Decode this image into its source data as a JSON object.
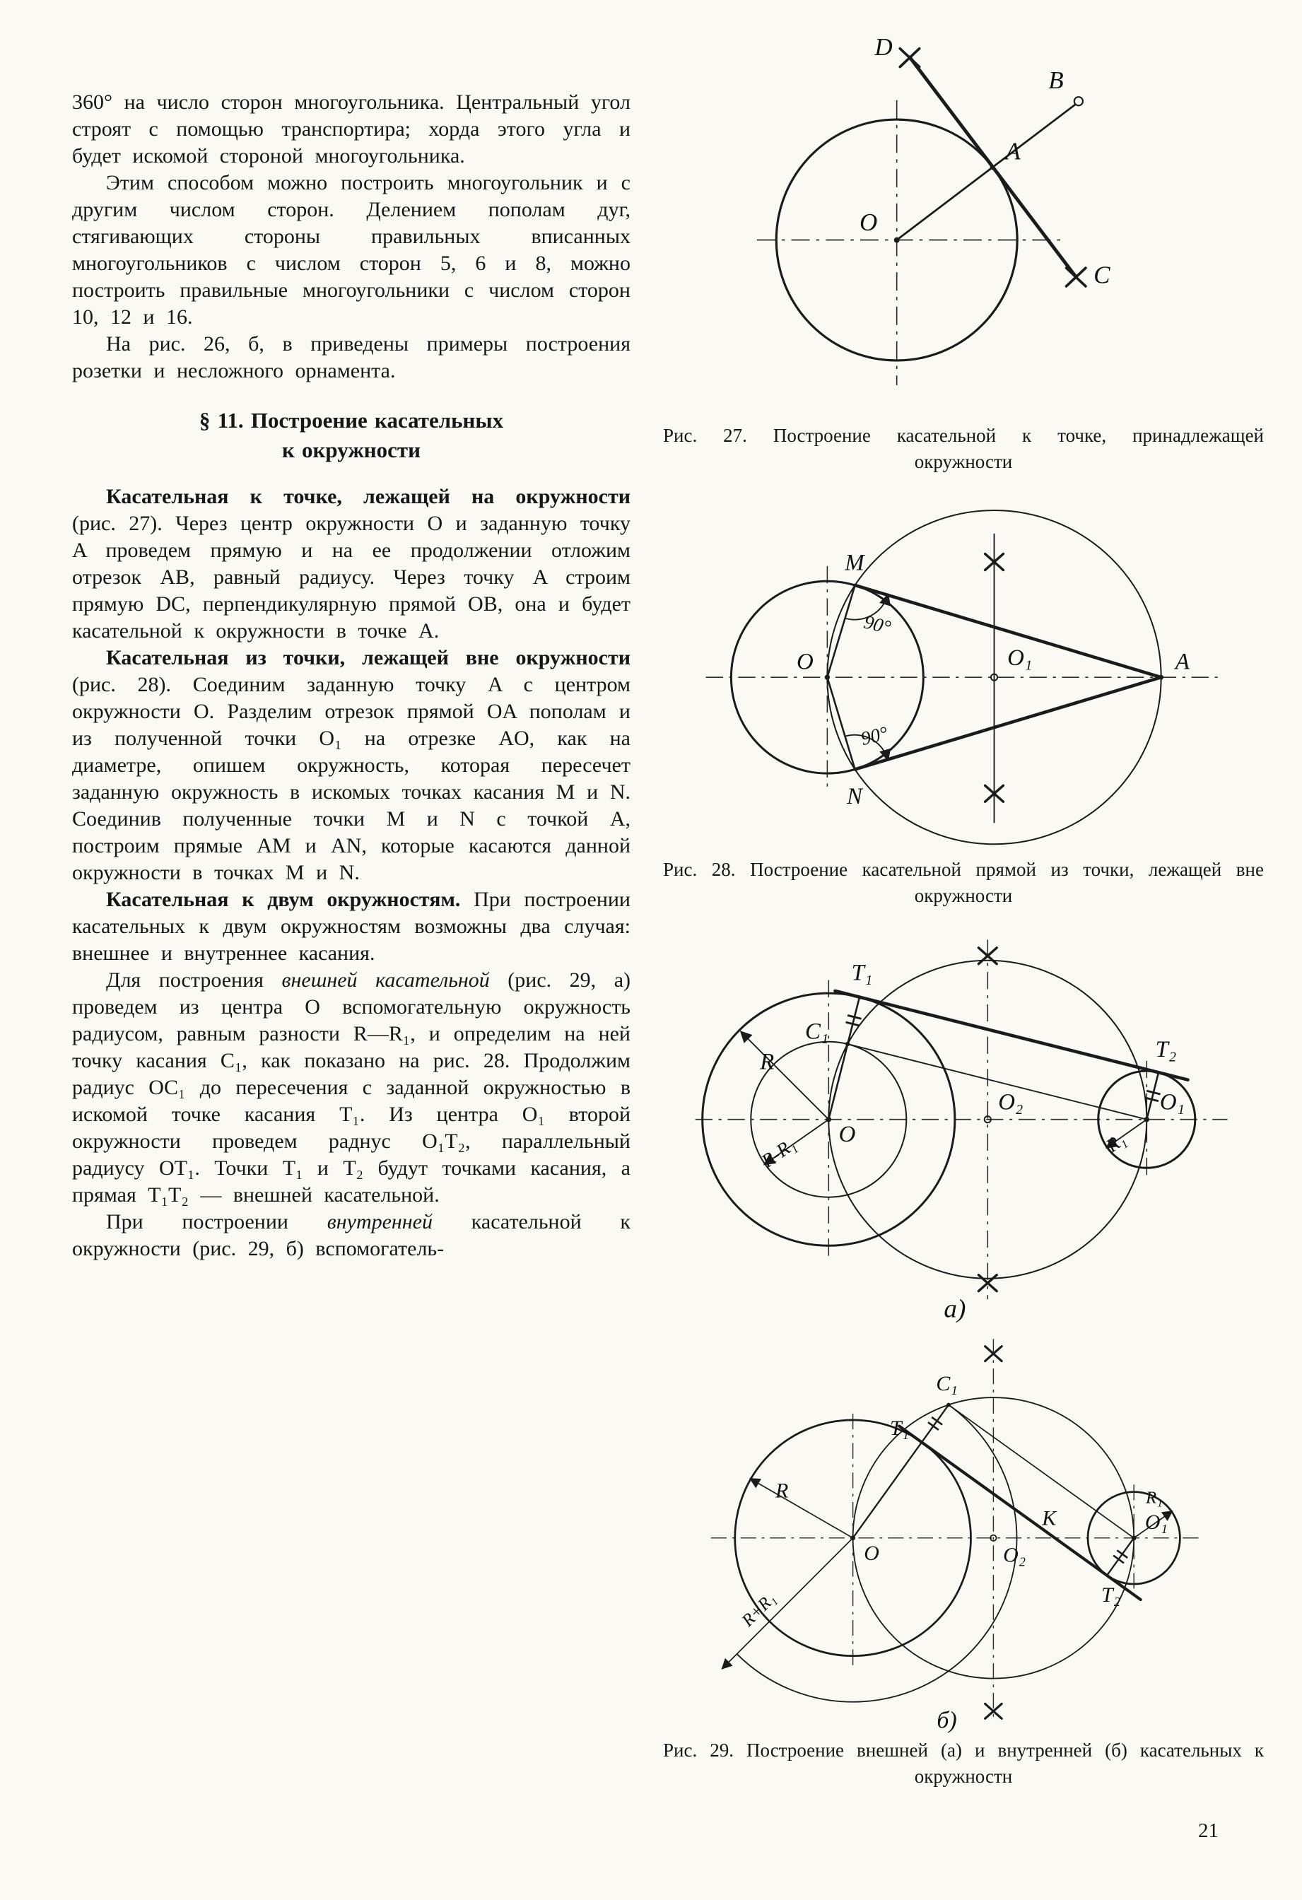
{
  "page_number": "21",
  "text": {
    "para1": "360° на число сторон многоугольника. Центральный угол строят с помощью транспортира; хорда этого угла и будет искомой стороной многоугольника.",
    "para2": "Этим способом можно построить многоугольник и с другим числом сторон. Делением пополам дуг, стягивающих стороны правильных вписанных многоугольников с числом сторон 5, 6 и 8, можно построить правильные многоугольники с числом сторон 10, 12 и 16.",
    "para3": "На рис. 26, б, в приведены примеры построения розетки и несложного орнамента.",
    "heading_line1": "§ 11. Построение касательных",
    "heading_line2": "к окружности",
    "para4_lead": "Касательная к точке, лежащей на окружности",
    "para4_body": " (рис. 27). Через центр окружности O и заданную точку A проведем прямую и на ее продолжении отложим отрезок AB, равный радиусу. Через точку A строим прямую DC, перпендикулярную прямой OB, она и будет касательной к окружности в точке A.",
    "para5_lead": "Касательная из точки, лежащей вне окружности",
    "para5_body": " (рис. 28). Соединим заданную точку A с центром окружности O. Разделим отрезок прямой OA пополам и из полученной точки O₁ на отрезке AO, как на диаметре, опишем окружность, которая пересечет заданную окружность в искомых точках касания M и N. Соединив полученные точки M и N с точкой A, построим прямые AM и AN, которые касаются данной окружности в точках M и N.",
    "para6_lead": "Касательная к двум окружностям.",
    "para6_body": " При построении касательных к двум окружностям возможны два случая: внешнее и внутреннее касания.",
    "para7_start": "Для построения ",
    "para7_italic": "внешней касательной",
    "para7_body": " (рис. 29, а) проведем из центра O вспомогательную окружность радиусом, равным разности R—R₁, и определим на ней точку касания C₁, как показано на рис. 28. Продолжим радиус OC₁ до пересечения с заданной окружностью в искомой точке касания T₁. Из центра O₁ второй окружности проведем раднус O₁T₂, параллельный радиусу OT₁. Точки T₁ и T₂ будут точками касания, а прямая T₁T₂ — внешней касательной.",
    "para8_start": "При построении ",
    "para8_italic": "внутренней",
    "para8_body": " касательной к окружности (рис. 29, б) вспомогатель-"
  },
  "figures": {
    "fig27": {
      "caption": "Рис. 27. Построение касательной к точке, принадлежащей окружности",
      "labels": {
        "d": "D",
        "b": "B",
        "a": "A",
        "o": "O",
        "c": "C"
      }
    },
    "fig28": {
      "caption": "Рис. 28. Построение касательной прямой из точки, лежащей вне окружности",
      "labels": {
        "m": "M",
        "n": "N",
        "o": "O",
        "o1": "O₁",
        "a": "A",
        "angle1": "90°",
        "angle2": "90°"
      }
    },
    "fig29": {
      "caption": "Рис. 29. Построение внешней (а) и внутренней (б) касательных к окружностн",
      "label_a": "а)",
      "label_b": "б)",
      "a": {
        "t1": "T₁",
        "c1": "C₁",
        "t2": "T₂",
        "r": "R",
        "o": "O",
        "o2": "O₂",
        "o1": "O₁",
        "r1": "R₁",
        "rmr1": "R-R₁"
      },
      "b": {
        "c1": "C₁",
        "t1": "T₁",
        "r": "R",
        "o": "O",
        "o2": "O₂",
        "k": "K",
        "r1": "R₁",
        "o1": "O₁",
        "t2": "T₂",
        "rpr1": "R+R₁"
      }
    }
  }
}
